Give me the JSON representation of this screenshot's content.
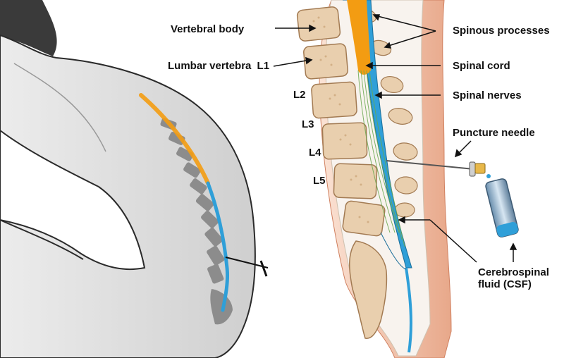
{
  "labels": {
    "vertebral_body": "Vertebral body",
    "lumbar_vertebra": "Lumbar vertebra",
    "l1": "L1",
    "l2": "L2",
    "l3": "L3",
    "l4": "L4",
    "l5": "L5",
    "spinous_processes": "Spinous processes",
    "spinal_cord": "Spinal cord",
    "spinal_nerves": "Spinal nerves",
    "puncture_needle": "Puncture needle",
    "csf_line1": "Cerebrospinal",
    "csf_line2": "fluid (CSF)"
  },
  "colors": {
    "spinal_cord": "#f39c12",
    "csf": "#2f9fd8",
    "nerves": "#6aa84f",
    "bone": "#e9cfae",
    "skin": "#f1c2a6",
    "silhouette": "#d9d9d9"
  }
}
